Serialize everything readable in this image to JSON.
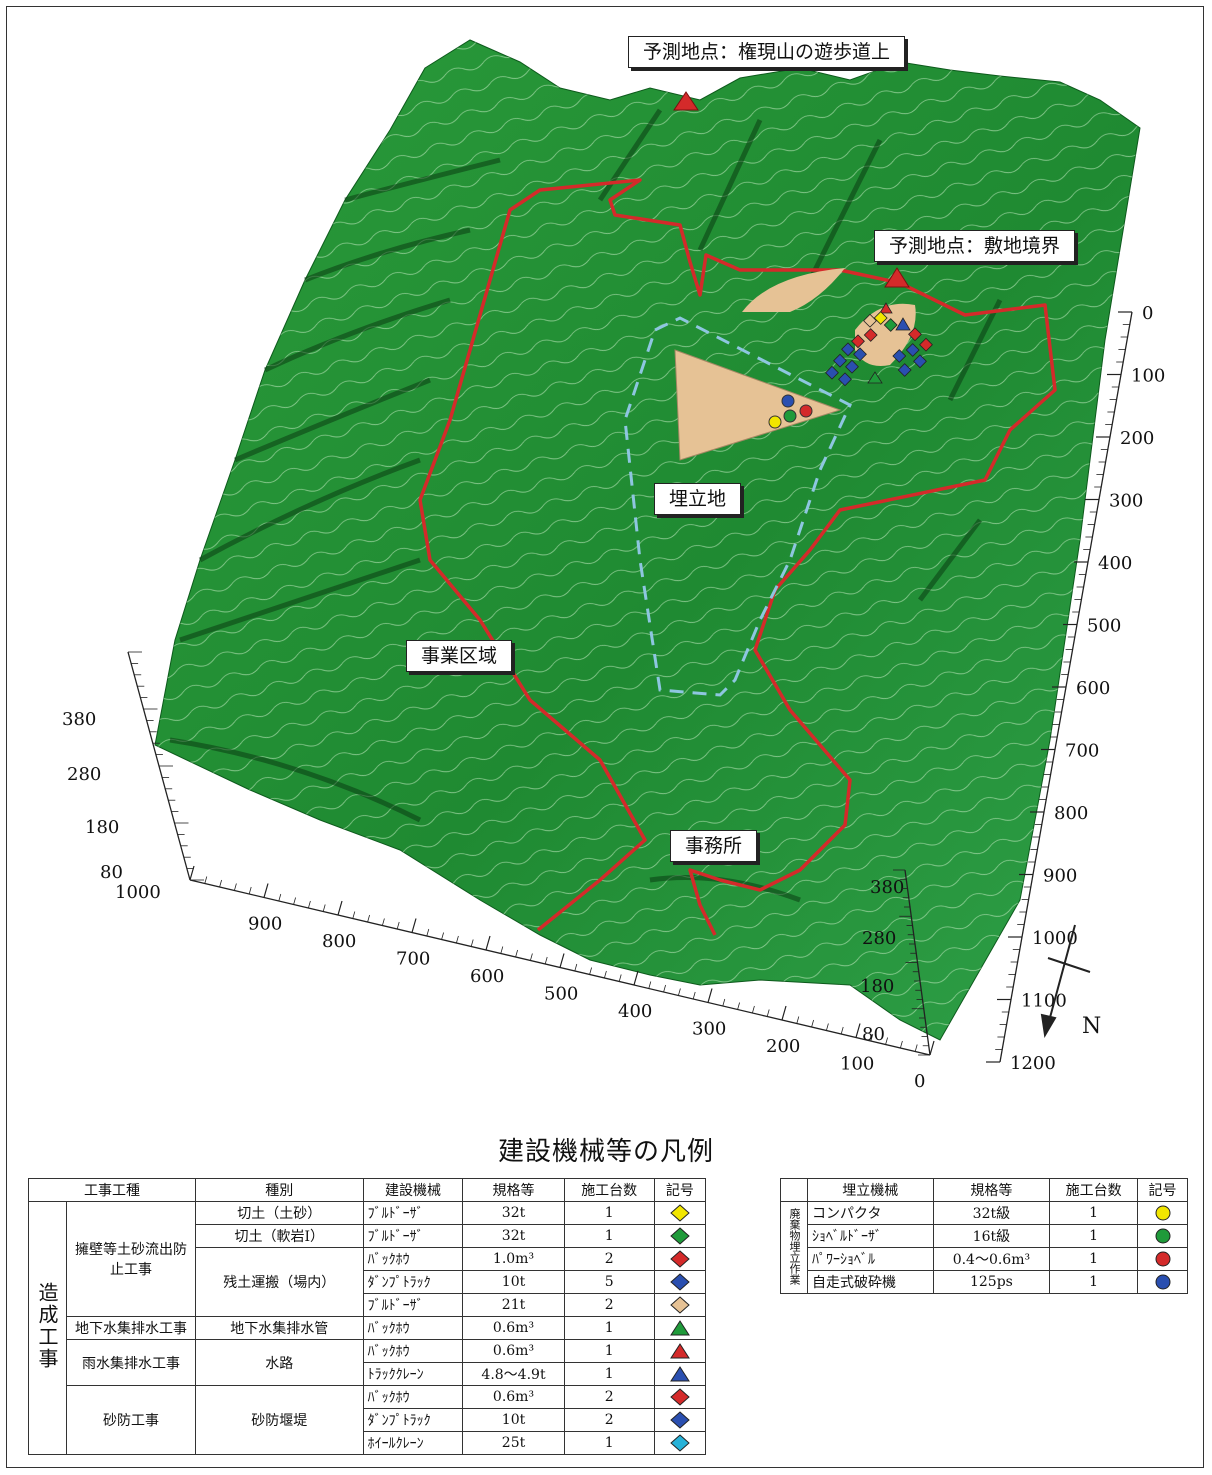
{
  "labels": {
    "pred_trail": "予測地点：権現山の遊歩道上",
    "pred_border": "予測地点：敷地境界",
    "landfill": "埋立地",
    "project_area": "事業区域",
    "office": "事務所",
    "north": "N"
  },
  "axes": {
    "right": [
      "0",
      "100",
      "200",
      "300",
      "400",
      "500",
      "600",
      "700",
      "800",
      "900",
      "1000",
      "1100",
      "1200"
    ],
    "bottom": [
      "1000",
      "900",
      "800",
      "700",
      "600",
      "500",
      "400",
      "300",
      "200",
      "100",
      "0"
    ],
    "left_elev": [
      "380",
      "280",
      "180",
      "80"
    ],
    "right_elev": [
      "380",
      "280",
      "180",
      "80"
    ]
  },
  "colors": {
    "terrain": "#1f8a32",
    "terrain_dark": "#136b24",
    "boundary": "#d42a2a",
    "landfill_outline": "#7fb6d6",
    "sand": "#e6c295",
    "yellow": "#f2e600",
    "green": "#1f9a3a",
    "red": "#d42a2a",
    "blue": "#2a4fb0",
    "tan": "#e6c295",
    "cyan": "#27b2d8"
  },
  "legend": {
    "title": "建設機械等の凡例",
    "construction": {
      "headers": [
        "工事工種",
        "種別",
        "建設機械",
        "規格等",
        "施工台数",
        "記号"
      ],
      "group": "造成工事",
      "rows": [
        {
          "work": "擁壁等土砂流出防止工事",
          "kind": "切土（土砂）",
          "machine": "ﾌﾞﾙﾄﾞｰｻﾞ",
          "spec": "32t",
          "count": "1",
          "sym": "diamond",
          "color": "yellow"
        },
        {
          "work": "",
          "kind": "切土（軟岩Ⅰ）",
          "machine": "ﾌﾞﾙﾄﾞｰｻﾞ",
          "spec": "32t",
          "count": "1",
          "sym": "diamond",
          "color": "green"
        },
        {
          "work": "",
          "kind": "残土運搬（場内）",
          "machine": "ﾊﾞｯｸﾎｳ",
          "spec": "1.0m³",
          "count": "2",
          "sym": "diamond",
          "color": "red"
        },
        {
          "work": "",
          "kind": "",
          "machine": "ﾀﾞﾝﾌﾟﾄﾗｯｸ",
          "spec": "10t",
          "count": "5",
          "sym": "diamond",
          "color": "blue"
        },
        {
          "work": "",
          "kind": "",
          "machine": "ﾌﾞﾙﾄﾞｰｻﾞ",
          "spec": "21t",
          "count": "2",
          "sym": "diamond",
          "color": "tan"
        },
        {
          "work": "地下水集排水工事",
          "kind": "地下水集排水管",
          "machine": "ﾊﾞｯｸﾎｳ",
          "spec": "0.6m³",
          "count": "1",
          "sym": "triangle",
          "color": "green"
        },
        {
          "work": "雨水集排水工事",
          "kind": "水路",
          "machine": "ﾊﾞｯｸﾎｳ",
          "spec": "0.6m³",
          "count": "1",
          "sym": "triangle",
          "color": "red"
        },
        {
          "work": "",
          "kind": "",
          "machine": "ﾄﾗｯｸｸﾚｰﾝ",
          "spec": "4.8～4.9t",
          "count": "1",
          "sym": "triangle",
          "color": "blue"
        },
        {
          "work": "砂防工事",
          "kind": "砂防堰堤",
          "machine": "ﾊﾞｯｸﾎｳ",
          "spec": "0.6m³",
          "count": "2",
          "sym": "diamond",
          "color": "red"
        },
        {
          "work": "",
          "kind": "",
          "machine": "ﾀﾞﾝﾌﾟﾄﾗｯｸ",
          "spec": "10t",
          "count": "2",
          "sym": "diamond",
          "color": "blue"
        },
        {
          "work": "",
          "kind": "",
          "machine": "ﾎｲｰﾙｸﾚｰﾝ",
          "spec": "25t",
          "count": "1",
          "sym": "diamond",
          "color": "cyan"
        }
      ]
    },
    "landfill": {
      "headers": [
        "埋立機械",
        "規格等",
        "施工台数",
        "記号"
      ],
      "group": "廃棄物埋立作業",
      "rows": [
        {
          "machine": "コンパクタ",
          "spec": "32t級",
          "count": "1",
          "color": "yellow"
        },
        {
          "machine": "ｼｮﾍﾞﾙﾄﾞｰｻﾞ",
          "spec": "16t級",
          "count": "1",
          "color": "green"
        },
        {
          "machine": "ﾊﾟﾜｰｼｮﾍﾞﾙ",
          "spec": "0.4～0.6m³",
          "count": "1",
          "color": "red"
        },
        {
          "machine": "自走式破砕機",
          "spec": "125ps",
          "count": "1",
          "color": "blue"
        }
      ]
    }
  }
}
